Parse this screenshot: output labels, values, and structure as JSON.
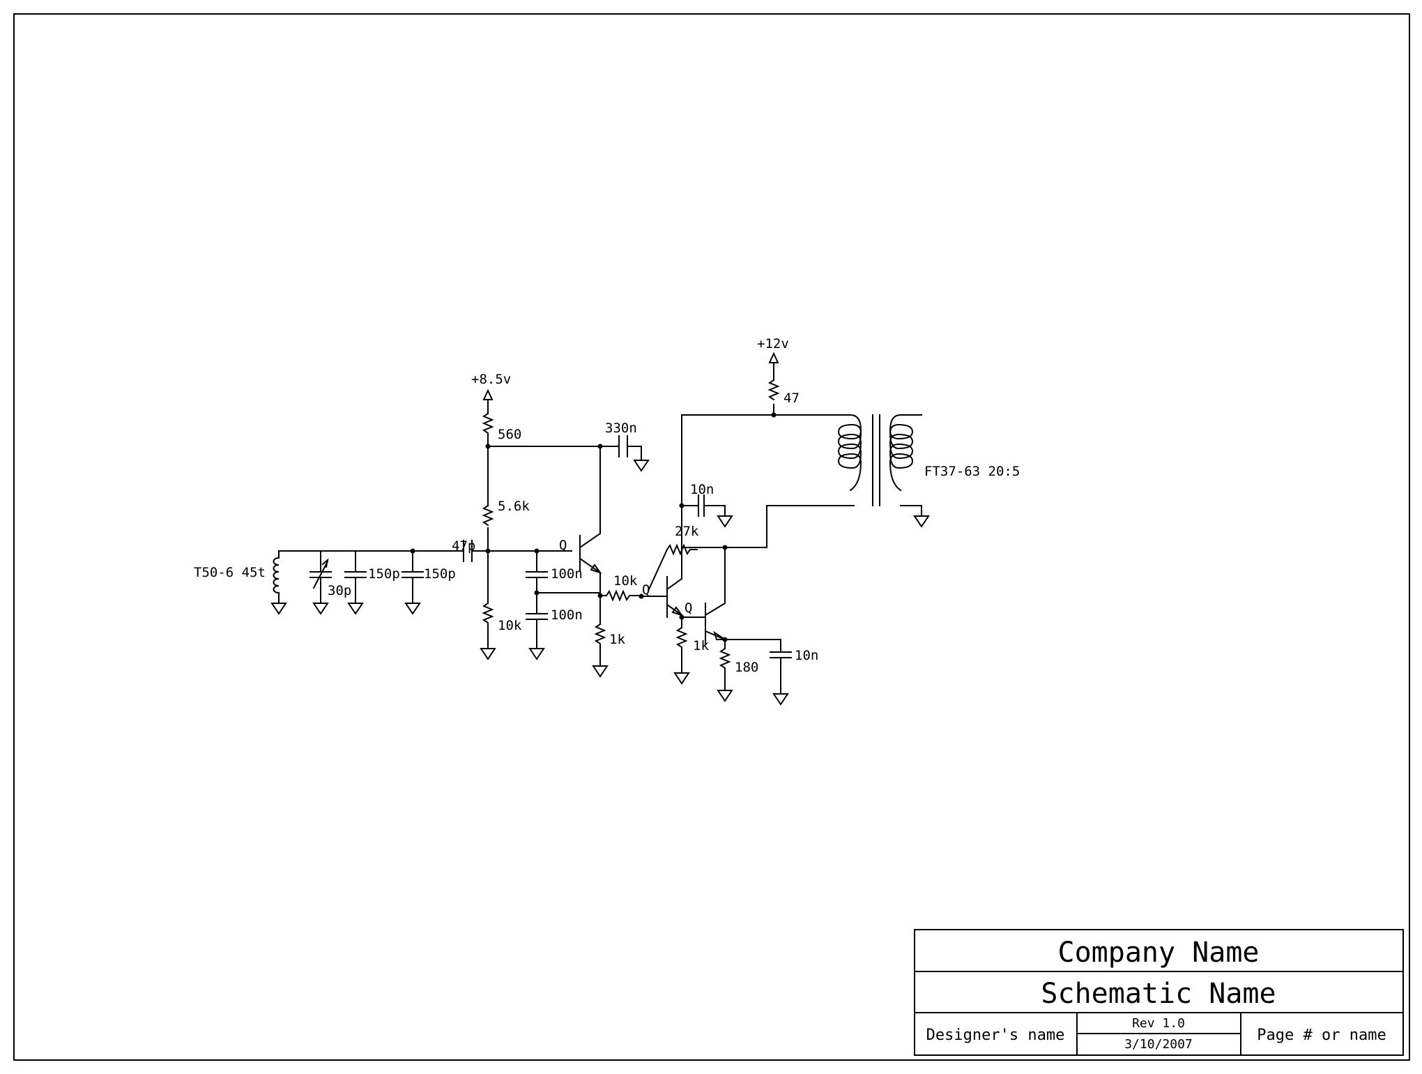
{
  "supplies": {
    "v1": "+8.5v",
    "v2": "+12v"
  },
  "components": {
    "tank_inductor": "T50-6 45t",
    "trim_cap": "30p",
    "cap_a": "150p",
    "cap_b": "150p",
    "coupling_cap": "47p",
    "r_top": "560",
    "r_mid": "5.6k",
    "r_bot": "10k",
    "bypass_cap": "330n",
    "fb_cap_1": "100n",
    "fb_cap_2": "100n",
    "r_emitter_1": "1k",
    "r_base_2": "10k",
    "r_feedback": "27k",
    "r_emitter_2": "1k",
    "r_emitter_3": "180",
    "cap_emitter_3": "10n",
    "cap_decouple": "10n",
    "r_supply": "47",
    "transformer": "FT37-63 20:5",
    "transistor_1": "Q",
    "transistor_2": "Q",
    "transistor_3": "Q"
  },
  "title_block": {
    "company": "Company Name",
    "schematic": "Schematic Name",
    "designer": "Designer's name",
    "rev": "Rev 1.0",
    "date": "3/10/2007",
    "page": "Page # or name"
  }
}
